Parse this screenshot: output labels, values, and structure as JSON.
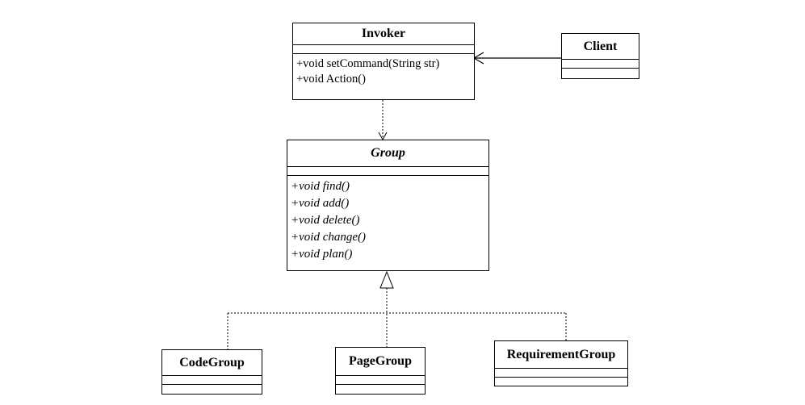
{
  "classes": {
    "invoker": {
      "name": "Invoker",
      "operations": [
        "+void setCommand(String str)",
        "+void Action()"
      ]
    },
    "client": {
      "name": "Client"
    },
    "group": {
      "name": "Group",
      "operations": [
        "+void find()",
        "+void add()",
        "+void delete()",
        "+void change()",
        "+void plan()"
      ]
    },
    "code_group": {
      "name": "CodeGroup"
    },
    "page_group": {
      "name": "PageGroup"
    },
    "requirement_group": {
      "name": "RequirementGroup"
    }
  }
}
